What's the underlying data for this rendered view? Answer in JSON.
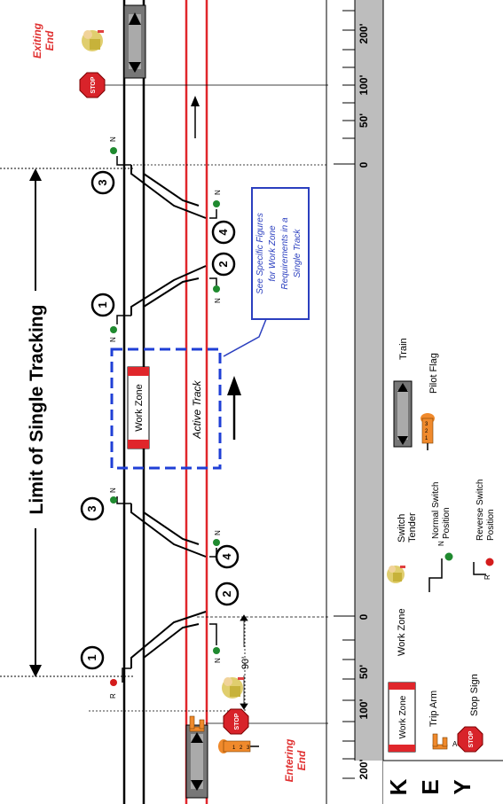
{
  "title": "Limit of Single Tracking",
  "work_zone_label": "Work Zone",
  "active_track_label": "Active Track",
  "callout_lines": [
    "See Specific Figures",
    "for Work Zone",
    "Requirements in a",
    "Single Track"
  ],
  "exiting_end": [
    "Exiting",
    "End"
  ],
  "entering_end": [
    "Entering",
    "End"
  ],
  "distance_90": "90'",
  "switch_numbers": [
    "1",
    "2",
    "3",
    "4"
  ],
  "switch_normal_letter": "N",
  "switch_reverse_letter": "R",
  "scale": {
    "ticks": [
      "200'",
      "100'",
      "50'",
      "0",
      "0",
      "50'",
      "100'",
      "200'"
    ]
  },
  "key": {
    "letters": [
      "K",
      "E",
      "Y"
    ],
    "work_zone": "Work Zone",
    "trip_arm": "Trip Arm",
    "stop_sign": "Stop Sign",
    "switch_tender": [
      "Switch",
      "Tender"
    ],
    "normal_switch": [
      "Normal Switch",
      "Position"
    ],
    "reverse_switch": [
      "Reverse Switch",
      "Position"
    ],
    "train": "Train",
    "pilot_flag": "Pilot Flag",
    "stop_text": "STOP",
    "trip_arm_letter": "A",
    "flag_numbers": [
      "1",
      "2",
      "3"
    ]
  },
  "colors": {
    "track_red": "#e0262b",
    "switch_green": "#1f8a2f",
    "reverse_red": "#d41c1c",
    "callout_blue": "#2b3fbf",
    "zone_blue": "#1f3fd6",
    "flag_orange": "#f08a2c",
    "stop_red": "#d8232a",
    "scale_gray": "#bdbdbd",
    "exit_red": "#e03030"
  }
}
